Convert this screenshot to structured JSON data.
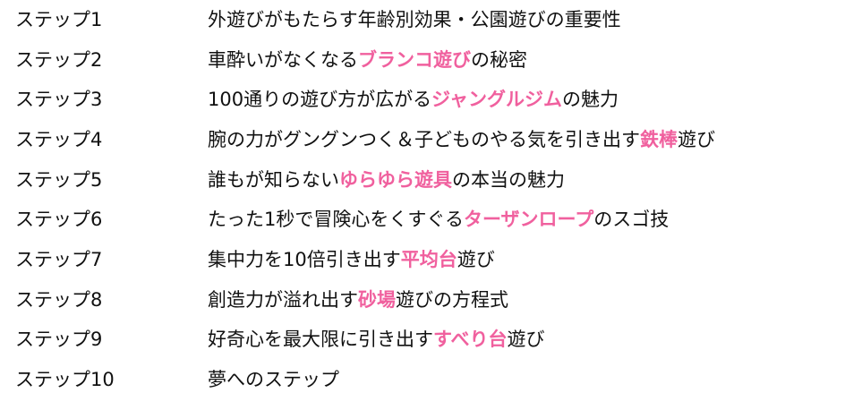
{
  "highlight_color": "#f0609e",
  "steps": [
    {
      "label": "ステップ1",
      "parts": [
        {
          "t": "外遊びがもたらす年齢別効果・公園遊びの重要性"
        }
      ]
    },
    {
      "label": "ステップ2",
      "parts": [
        {
          "t": "車酔いがなくなる"
        },
        {
          "t": "ブランコ遊び",
          "hl": true
        },
        {
          "t": "の秘密"
        }
      ]
    },
    {
      "label": "ステップ3",
      "parts": [
        {
          "t": "100通りの遊び方が広がる"
        },
        {
          "t": "ジャングルジム",
          "hl": true
        },
        {
          "t": "の魅力"
        }
      ]
    },
    {
      "label": "ステップ4",
      "parts": [
        {
          "t": "腕の力がグングンつく＆子どものやる気を引き出す"
        },
        {
          "t": "鉄棒",
          "hl": true
        },
        {
          "t": "遊び"
        }
      ]
    },
    {
      "label": "ステップ5",
      "parts": [
        {
          "t": "誰もが知らない"
        },
        {
          "t": "ゆらゆら遊具",
          "hl": true
        },
        {
          "t": "の本当の魅力"
        }
      ]
    },
    {
      "label": "ステップ6",
      "parts": [
        {
          "t": "たった1秒で冒険心をくすぐる"
        },
        {
          "t": "ターザンロープ",
          "hl": true
        },
        {
          "t": "のスゴ技"
        }
      ]
    },
    {
      "label": "ステップ7",
      "parts": [
        {
          "t": "集中力を10倍引き出す"
        },
        {
          "t": "平均台",
          "hl": true
        },
        {
          "t": "遊び"
        }
      ]
    },
    {
      "label": "ステップ8",
      "parts": [
        {
          "t": "創造力が溢れ出す"
        },
        {
          "t": "砂場",
          "hl": true
        },
        {
          "t": "遊びの方程式"
        }
      ]
    },
    {
      "label": "ステップ9",
      "parts": [
        {
          "t": "好奇心を最大限に引き出す"
        },
        {
          "t": "すべり台",
          "hl": true
        },
        {
          "t": "遊び"
        }
      ]
    },
    {
      "label": "ステップ10",
      "parts": [
        {
          "t": "夢へのステップ"
        }
      ]
    }
  ]
}
